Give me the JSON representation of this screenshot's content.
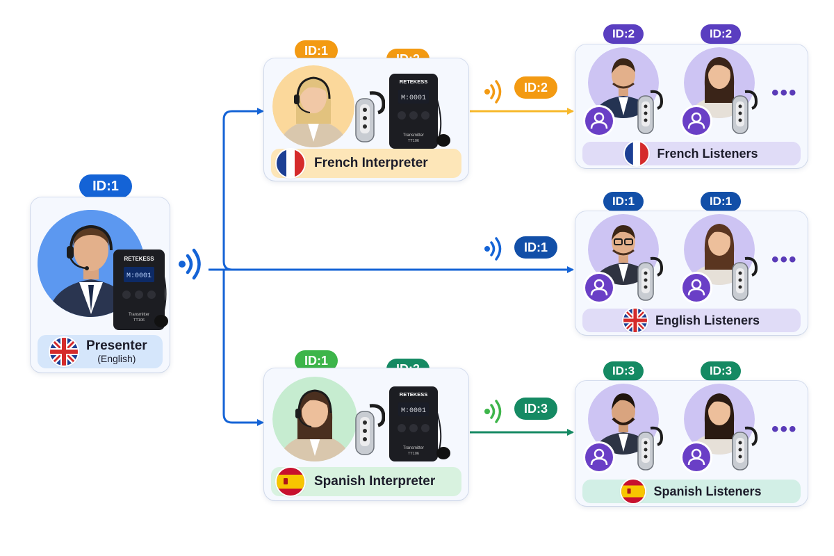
{
  "presenter": {
    "id_badge": "ID:1",
    "name": "Presenter",
    "language": "(English)",
    "device_brand": "RETEKESS",
    "device_screen": "M:0001",
    "device_label": "Transmitter"
  },
  "interpreters": [
    {
      "name": "French Interpreter",
      "person_badge": "ID:1",
      "device_badge": "ID:2",
      "device_brand": "RETEKESS",
      "device_screen": "M:0001",
      "device_label": "Transmitter",
      "device_model": "TT106"
    },
    {
      "name": "Spanish Interpreter",
      "person_badge": "ID:1",
      "device_badge": "ID:3",
      "device_brand": "RETEKESS",
      "device_screen": "M:0001",
      "device_label": "Transmitter",
      "device_model": "TT106"
    }
  ],
  "channels": [
    {
      "badge": "ID:2"
    },
    {
      "badge": "ID:1"
    },
    {
      "badge": "ID:3"
    }
  ],
  "listener_groups": [
    {
      "name": "French Listeners",
      "badges": [
        "ID:2",
        "ID:2"
      ],
      "more": "•••"
    },
    {
      "name": "English Listeners",
      "badges": [
        "ID:1",
        "ID:1"
      ],
      "more": "•••"
    },
    {
      "name": "Spanish Listeners",
      "badges": [
        "ID:3",
        "ID:3"
      ],
      "more": "•••"
    }
  ],
  "colors": {
    "blue": "#1463d6",
    "orange": "#f39a12",
    "orange_line": "#f7b82a",
    "green_light": "#3db54a",
    "teal": "#158a63",
    "purple": "#6a3fc6",
    "label_orange_bg": "#fde6b8",
    "label_green_bg": "#d8f2df",
    "label_purple_bg": "#e0dcf7",
    "label_teal_bg": "#d2efe6",
    "label_blue_bg": "#d5e6fb"
  },
  "icons": [
    "uk-flag-icon",
    "france-flag-icon",
    "spain-flag-icon",
    "wifi-signal-icon",
    "user-icon",
    "transmitter-device",
    "earpiece-receiver",
    "more-dots-icon"
  ]
}
